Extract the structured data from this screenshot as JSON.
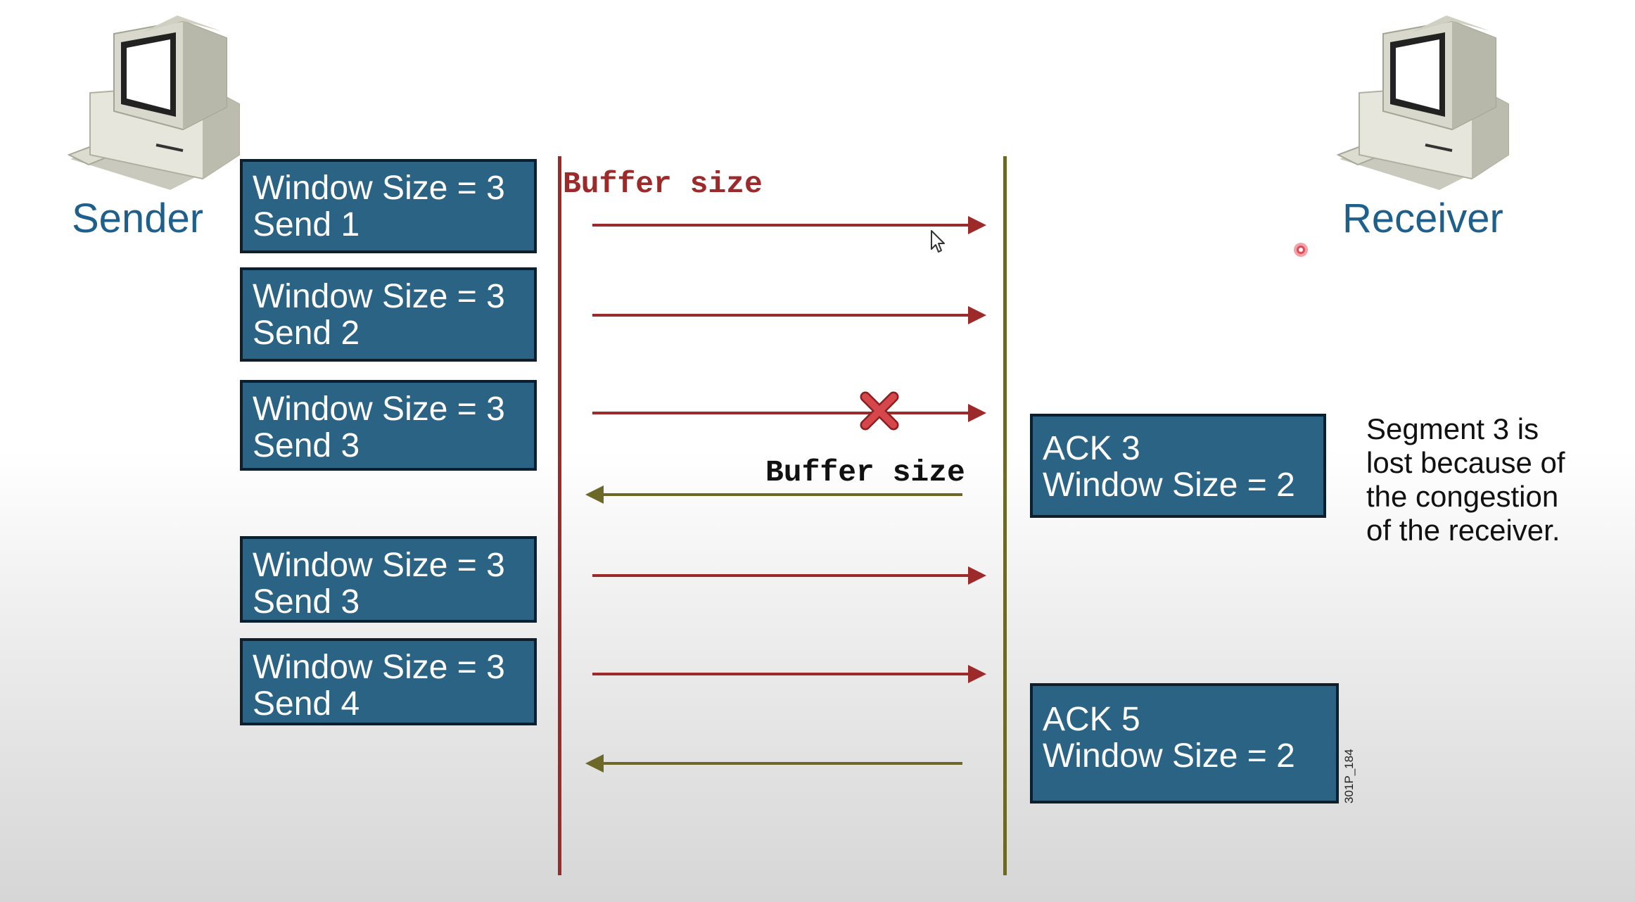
{
  "sender": {
    "label": "Sender"
  },
  "receiver": {
    "label": "Receiver"
  },
  "sender_boxes": [
    {
      "line1": "Window Size = 3",
      "line2": "Send 1"
    },
    {
      "line1": "Window Size = 3",
      "line2": "Send 2"
    },
    {
      "line1": "Window Size = 3",
      "line2": "Send 3"
    },
    {
      "line1": "Window Size = 3",
      "line2": "Send 3"
    },
    {
      "line1": "Window Size = 3",
      "line2": "Send 4"
    }
  ],
  "receiver_boxes": [
    {
      "line1": "ACK 3",
      "line2": "Window Size = 2"
    },
    {
      "line1": "ACK 5",
      "line2": "Window Size = 2"
    }
  ],
  "buffer_labels": {
    "sender_side": "Buffer size",
    "receiver_side": "Buffer size"
  },
  "note": {
    "lines": [
      "Segment 3 is",
      "lost because of",
      "the congestion",
      "of the receiver."
    ]
  },
  "figure_id": "301P_184",
  "icons": {
    "sender_computer": "desktop-computer-icon",
    "receiver_computer": "desktop-computer-icon",
    "loss_marker": "red-x-icon",
    "mouse_pointer": "cursor-icon",
    "laser_dot": "pointer-dot-icon"
  },
  "colors": {
    "box_fill": "#2b6384",
    "box_border": "#0d1e2c",
    "node_label": "#1f5f8b",
    "data_arrow": "#9d2a2a",
    "ack_arrow": "#6b6828",
    "sender_timeline": "#9d2a2a",
    "receiver_timeline": "#6b6828",
    "loss_marker": "#c0393b"
  }
}
